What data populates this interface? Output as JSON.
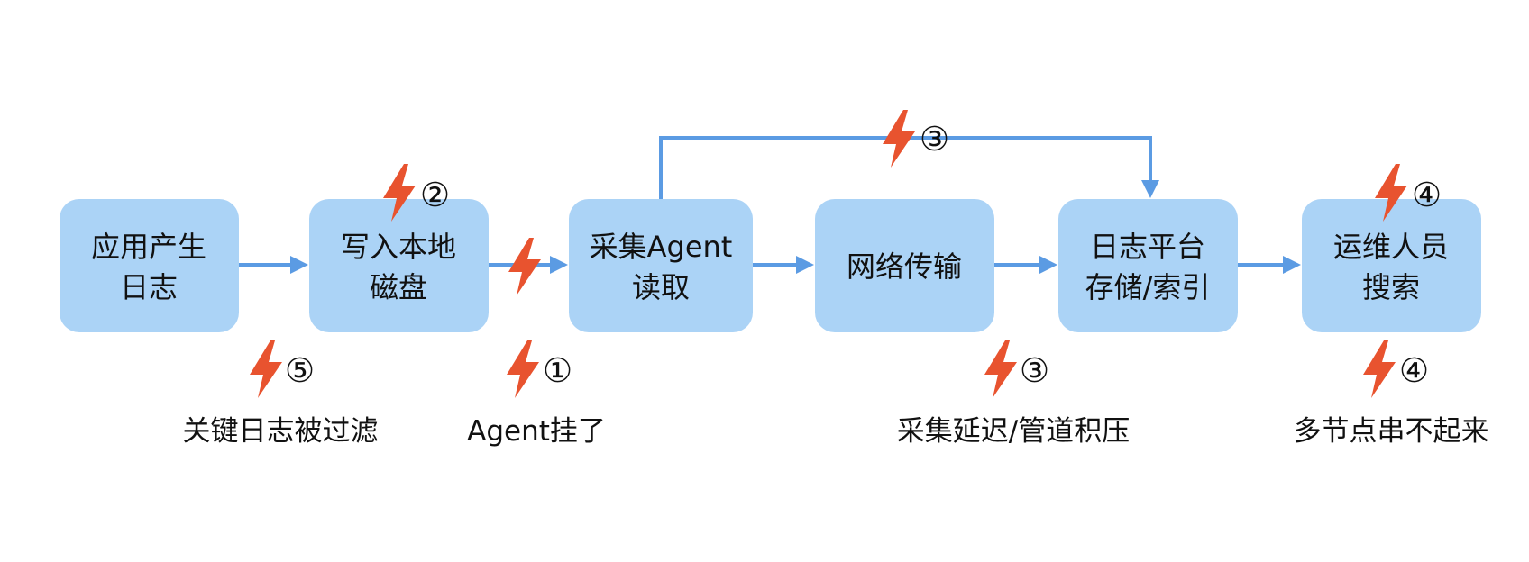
{
  "nodes": [
    {
      "id": "app",
      "lines": [
        "应用产生",
        "日志"
      ]
    },
    {
      "id": "disk",
      "lines": [
        "写入本地",
        "磁盘"
      ]
    },
    {
      "id": "agent",
      "lines": [
        "采集Agent",
        "读取"
      ]
    },
    {
      "id": "network",
      "lines": [
        "网络传输"
      ]
    },
    {
      "id": "platform",
      "lines": [
        "日志平台",
        "存储/索引"
      ]
    },
    {
      "id": "ops",
      "lines": [
        "运维人员",
        "搜索"
      ]
    }
  ],
  "markers": {
    "disk_top": "②",
    "agent_arrow": "",
    "bypass": "③",
    "ops_top": "④",
    "below_1": "⑤",
    "below_2": "①",
    "below_3": "③",
    "below_4": "④"
  },
  "failure_labels": [
    "关键日志被过滤",
    "Agent挂了",
    "采集延迟/管道积压",
    "多节点串不起来"
  ],
  "colors": {
    "node_fill": "#abd3f6",
    "arrow": "#5b9be3",
    "bolt": "#e8532f"
  }
}
